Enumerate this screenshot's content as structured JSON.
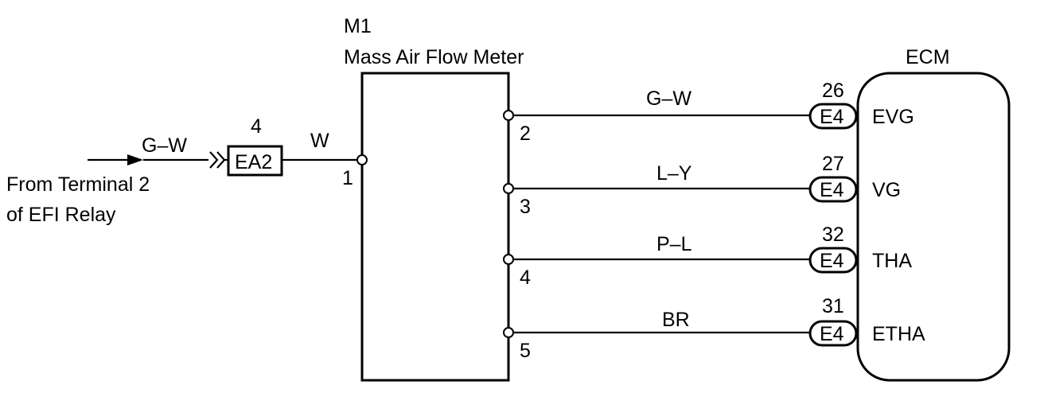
{
  "component": {
    "id": "M1",
    "name": "Mass Air Flow Meter"
  },
  "ecm": {
    "label": "ECM"
  },
  "source": {
    "line1": "From Terminal 2",
    "line2": "of EFI Relay",
    "wire_color": "G–W"
  },
  "junction": {
    "label": "EA2",
    "pin": "4",
    "wire_out": "W"
  },
  "input_pin": "1",
  "connections": [
    {
      "pin": "2",
      "wire": "G–W",
      "ecm_pin": "26",
      "connector": "E4",
      "signal": "EVG"
    },
    {
      "pin": "3",
      "wire": "L–Y",
      "ecm_pin": "27",
      "connector": "E4",
      "signal": "VG"
    },
    {
      "pin": "4",
      "wire": "P–L",
      "ecm_pin": "32",
      "connector": "E4",
      "signal": "THA"
    },
    {
      "pin": "5",
      "wire": "BR",
      "ecm_pin": "31",
      "connector": "E4",
      "signal": "ETHA"
    }
  ]
}
